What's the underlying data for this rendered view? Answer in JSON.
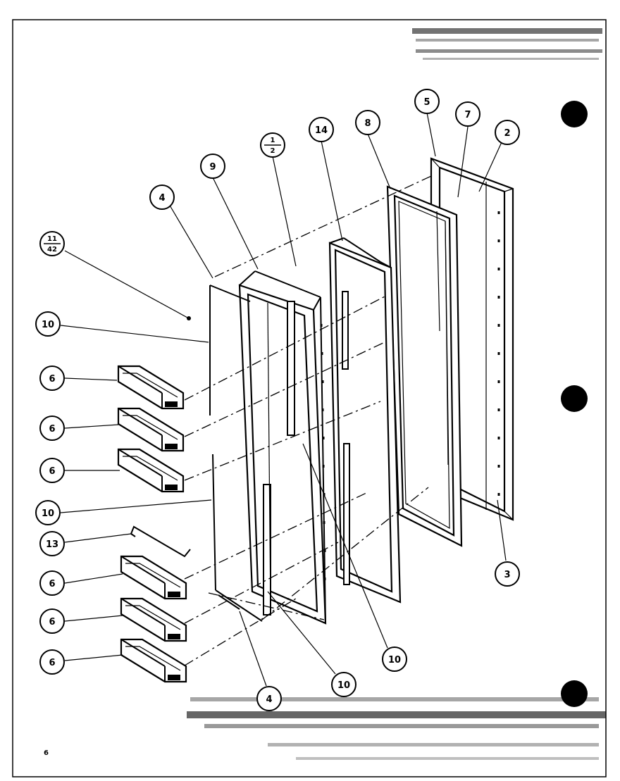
{
  "diagram": {
    "callouts": {
      "c_11_42_top": "11",
      "c_11_42_bottom": "42",
      "c_1_2_top": "1",
      "c_1_2_bottom": "2",
      "c4a": "4",
      "c9": "9",
      "c14": "14",
      "c8": "8",
      "c5": "5",
      "c7": "7",
      "c2": "2",
      "c10a": "10",
      "c6a": "6",
      "c6b": "6",
      "c6c": "6",
      "c10b": "10",
      "c13": "13",
      "c6d": "6",
      "c6e": "6",
      "c6f": "6",
      "c3": "3",
      "c10c": "10",
      "c10d": "10",
      "c4b": "4"
    },
    "corner_mark": "6"
  },
  "colors": {
    "ink": "#000000",
    "paper": "#ffffff"
  }
}
